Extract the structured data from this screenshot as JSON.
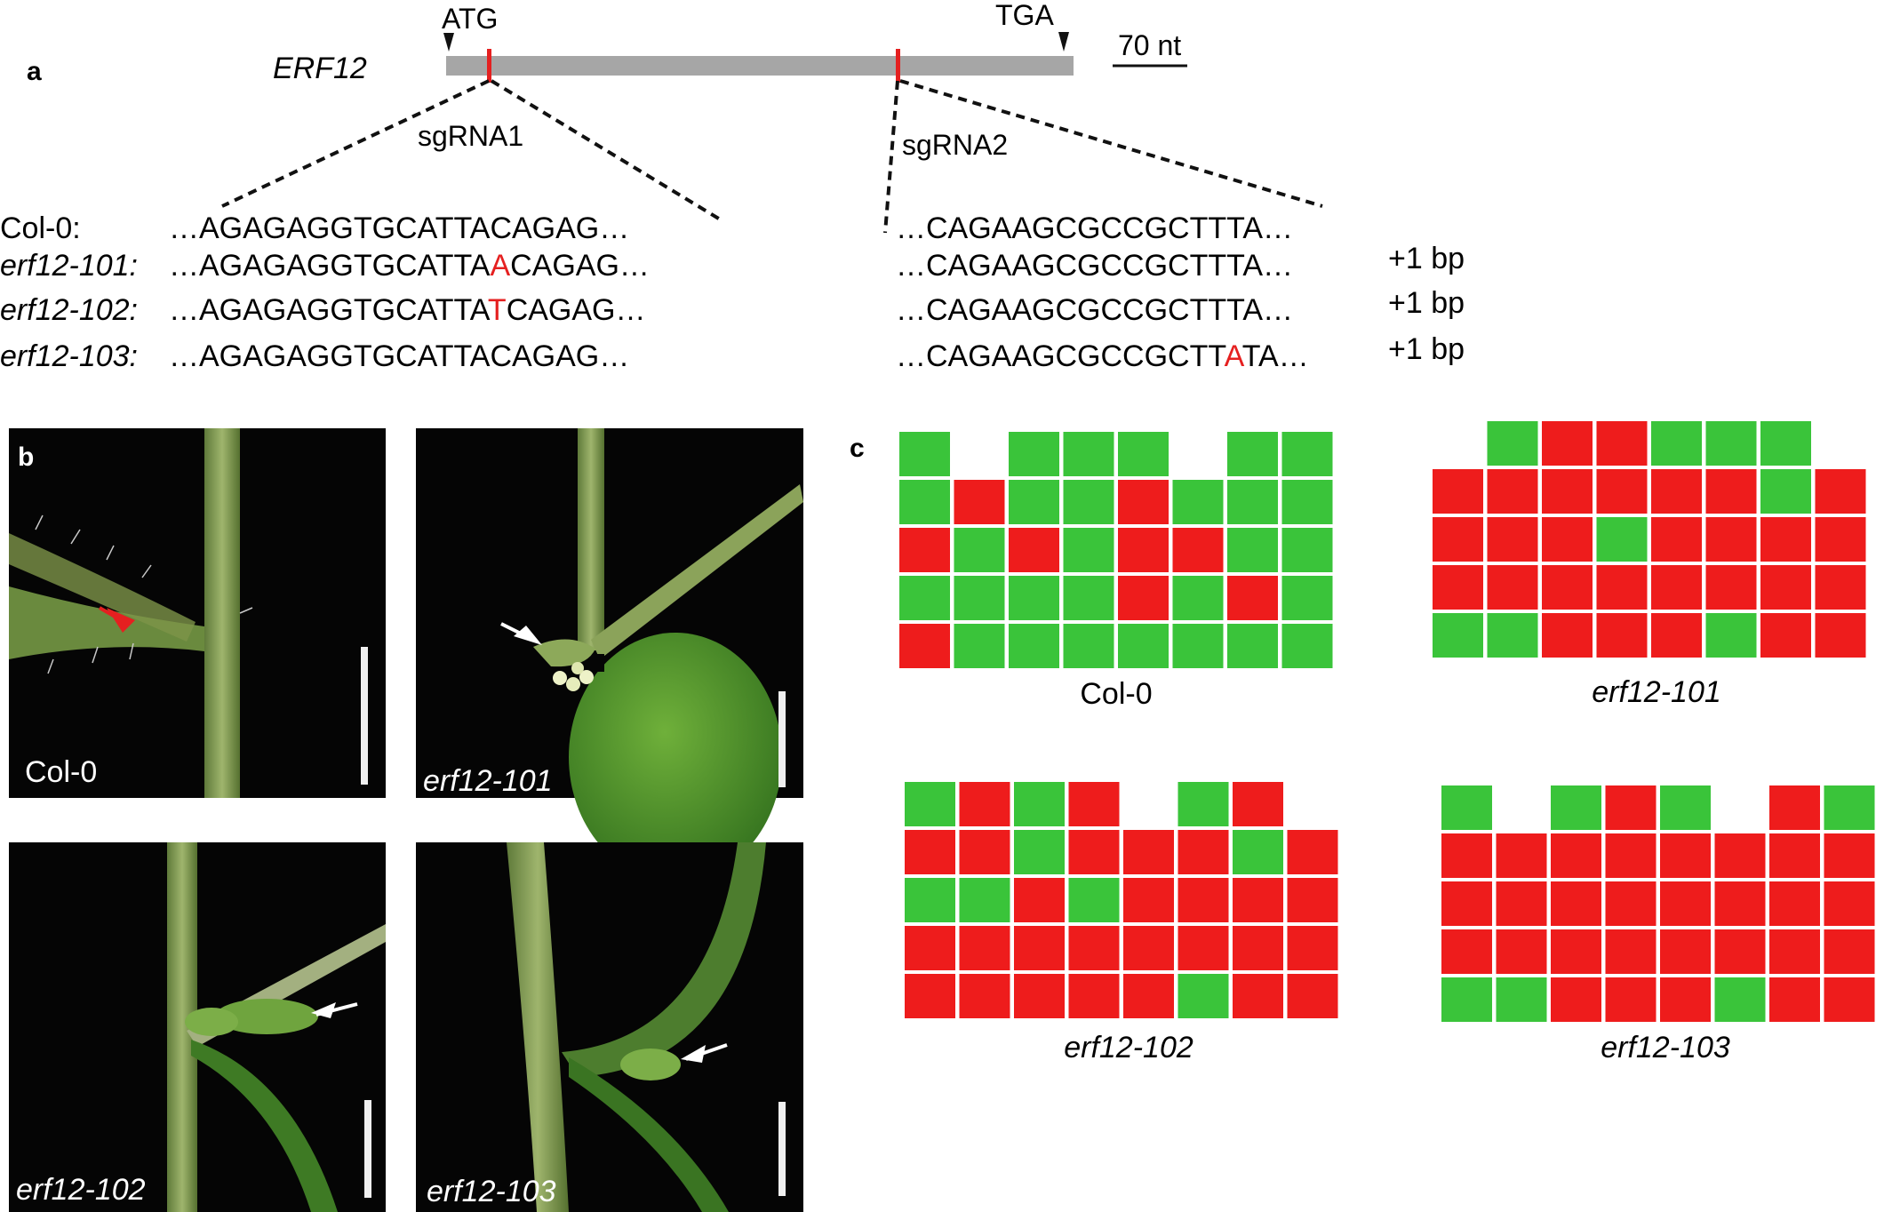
{
  "panel_a": {
    "label": "a",
    "gene": "ERF12",
    "start_codon": "ATG",
    "stop_codon": "TGA",
    "scale_bar": "70 nt",
    "sgrna1": "sgRNA1",
    "sgrna2": "sgRNA2",
    "rows": [
      {
        "name": "Col-0:",
        "italic": false,
        "s1": {
          "pre": "…AGAGAGGTGCATTA",
          "mut": "",
          "post": "CAGAG…"
        },
        "s2": {
          "pre": "…CAGAAGCGCCGCTT",
          "mut": "",
          "post": "TA…"
        },
        "note": ""
      },
      {
        "name": "erf12-101:",
        "italic": true,
        "s1": {
          "pre": "…AGAGAGGTGCATTA",
          "mut": "A",
          "post": "CAGAG…"
        },
        "s2": {
          "pre": "…CAGAAGCGCCGCTT",
          "mut": "",
          "post": "TA…"
        },
        "note": "+1 bp"
      },
      {
        "name": "erf12-102:",
        "italic": true,
        "s1": {
          "pre": "…AGAGAGGTGCATTA",
          "mut": "T",
          "post": "CAGAG…"
        },
        "s2": {
          "pre": "…CAGAAGCGCCGCTT",
          "mut": "",
          "post": "TA…"
        },
        "note": "+1 bp"
      },
      {
        "name": "erf12-103:",
        "italic": true,
        "s1": {
          "pre": "…AGAGAGGTGCATTA",
          "mut": "",
          "post": "CAGAG…"
        },
        "s2": {
          "pre": "…CAGAAGCGCCGCTT",
          "mut": "A",
          "post": "TA…"
        },
        "note": "+1 bp"
      }
    ]
  },
  "panel_b": {
    "label": "b",
    "photos": [
      {
        "label": "Col-0",
        "italic": false
      },
      {
        "label": "erf12-101",
        "italic": true
      },
      {
        "label": "erf12-102",
        "italic": true
      },
      {
        "label": "erf12-103",
        "italic": true
      }
    ]
  },
  "panel_c": {
    "label": "c",
    "colors": {
      "G": "#3ac43a",
      "R": "#ee1c1c"
    },
    "grids": [
      {
        "label": "Col-0",
        "italic": false,
        "rows": [
          "G.GGG.GG",
          "GRGGRGGG",
          "RGRGRRGG",
          "GGGGRGRG",
          "RGGGGGGG"
        ]
      },
      {
        "label": "erf12-101",
        "italic": true,
        "rows": [
          ".GRRGGG.",
          "RRRRRRGR",
          "RRRGRRRR",
          "RRRRRRRR",
          "GGRRRGRR"
        ]
      },
      {
        "label": "erf12-102",
        "italic": true,
        "rows": [
          "GRGR.GR.",
          "RRGRRRGR",
          "GGRGRRRR",
          "RRRRRRRR",
          "RRRRRGRR"
        ]
      },
      {
        "label": "erf12-103",
        "italic": true,
        "rows": [
          "G.GRG.RG",
          "RRRRRRRR",
          "RRRRRRRR",
          "RRRRRRRR",
          "GGRRRGRR"
        ]
      }
    ]
  }
}
